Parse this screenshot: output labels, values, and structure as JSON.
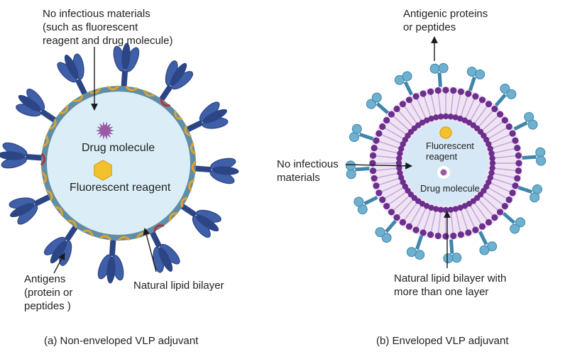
{
  "colors": {
    "capsid_fill": "#dbeef7",
    "capsid_ring": "#5f8ea6",
    "antigen_blue": "#3f5fa8",
    "antigen_dark": "#2c4584",
    "linker_orange": "#e0a12e",
    "link_red": "#b33636",
    "drug_purple": "#9b5aa5",
    "reagent_yellow": "#f2c12e",
    "lipid_purple": "#6d2f8d",
    "lipid_tail": "#c8a4d8",
    "inner_fill": "#d6e8f6",
    "spike_blue": "#6fb0cf",
    "spike_dark": "#3e86ab"
  },
  "panel_a": {
    "top_note": [
      "No infectious materials",
      "(such as fluorescent",
      "reagent and drug molecule)"
    ],
    "drug_label": "Drug molecule",
    "reagent_label": "Fluorescent reagent",
    "antigens_label": [
      "Antigens",
      "(protein or",
      "peptides )"
    ],
    "bilayer_label": "Natural lipid bilayer",
    "caption": "(a) Non-enveloped VLP adjuvant"
  },
  "panel_b": {
    "antigen_label": [
      "Antigenic proteins",
      "or peptides"
    ],
    "no_infectious_label": [
      "No infectious",
      "materials"
    ],
    "reagent_label": [
      "Fluorescent",
      "reagent"
    ],
    "drug_label": "Drug molecule",
    "bilayer_label": [
      "Natural lipid bilayer with",
      "more than one layer"
    ],
    "caption": "(b) Enveloped VLP adjuvant"
  }
}
